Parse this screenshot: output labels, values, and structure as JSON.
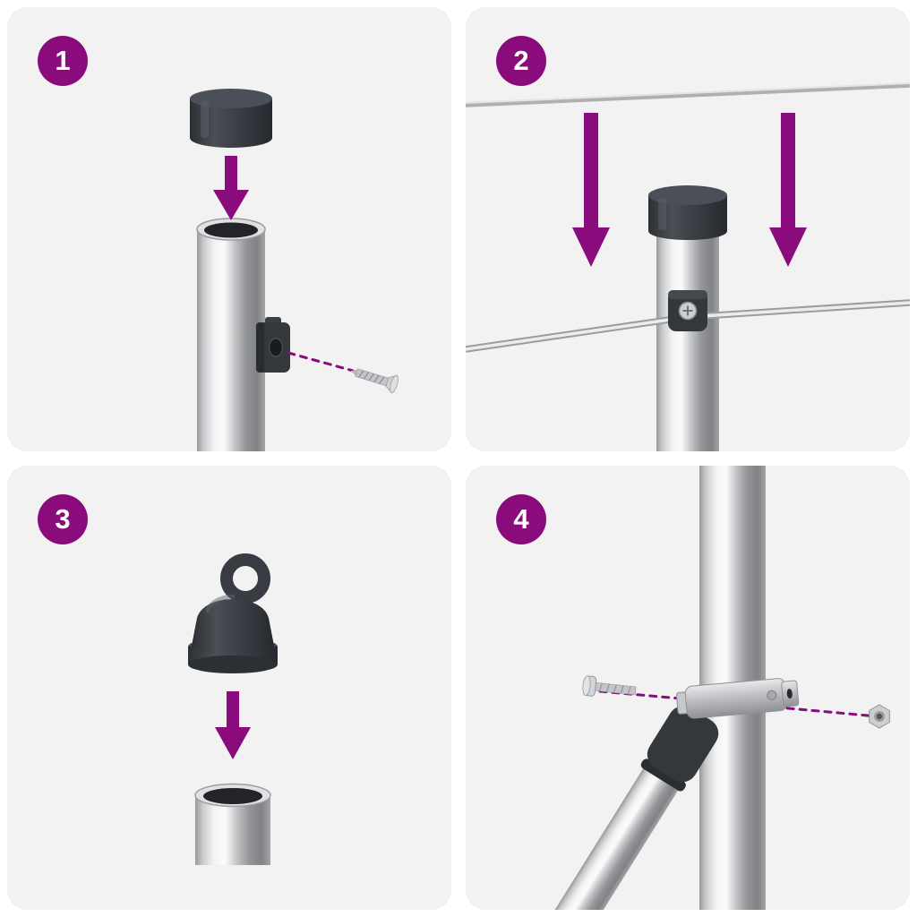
{
  "page": {
    "background_color": "#ffffff",
    "panel_color": "#f2f2f2",
    "accent_color": "#8a0c7c",
    "part_color": "#34383d",
    "badge_text_color": "#ffffff"
  },
  "steps": [
    {
      "number": "1"
    },
    {
      "number": "2"
    },
    {
      "number": "3"
    },
    {
      "number": "4"
    }
  ]
}
